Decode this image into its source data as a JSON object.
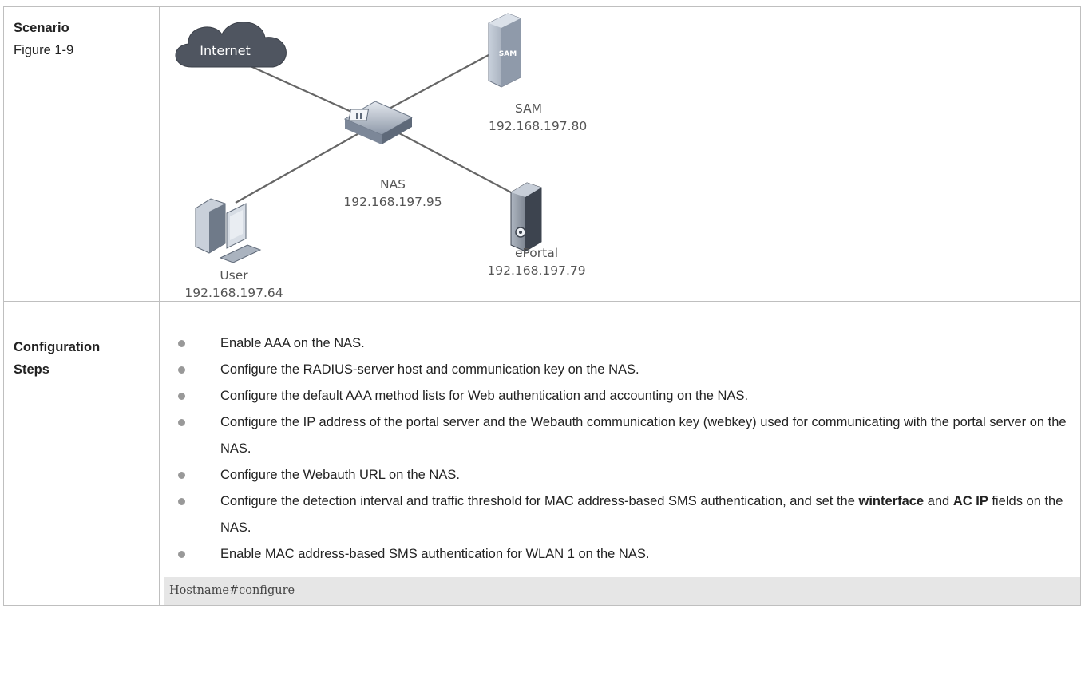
{
  "scenario": {
    "label": "Scenario",
    "figure": "Figure 1-9"
  },
  "diagram": {
    "internet_label": "Internet",
    "sam_badge": "SAM",
    "nodes": {
      "sam": {
        "name": "SAM",
        "ip": "192.168.197.80"
      },
      "nas": {
        "name": "NAS",
        "ip": "192.168.197.95"
      },
      "eportal": {
        "name": "ePortal",
        "ip": "192.168.197.79"
      },
      "user": {
        "name": "User",
        "ip": "192.168.197.64"
      }
    }
  },
  "config": {
    "label_line1": "Configuration",
    "label_line2": "Steps",
    "steps": [
      "Enable AAA on the NAS.",
      "Configure the RADIUS-server host and communication key on the NAS.",
      "Configure the default AAA method lists for Web authentication and accounting on the NAS.",
      "Configure the IP address of the portal server and the Webauth communication key (webkey) used for communicating with the portal server on the NAS.",
      "Configure the Webauth URL on the NAS.",
      {
        "before": "Configure the detection interval and traffic threshold for MAC address-based SMS authentication, and set the ",
        "bold1": "winterface",
        "middle": " and ",
        "bold2": "AC IP",
        "after": " fields on the NAS."
      },
      "Enable MAC address-based SMS authentication for WLAN 1 on the NAS."
    ]
  },
  "code": {
    "line1": "Hostname#configure"
  }
}
